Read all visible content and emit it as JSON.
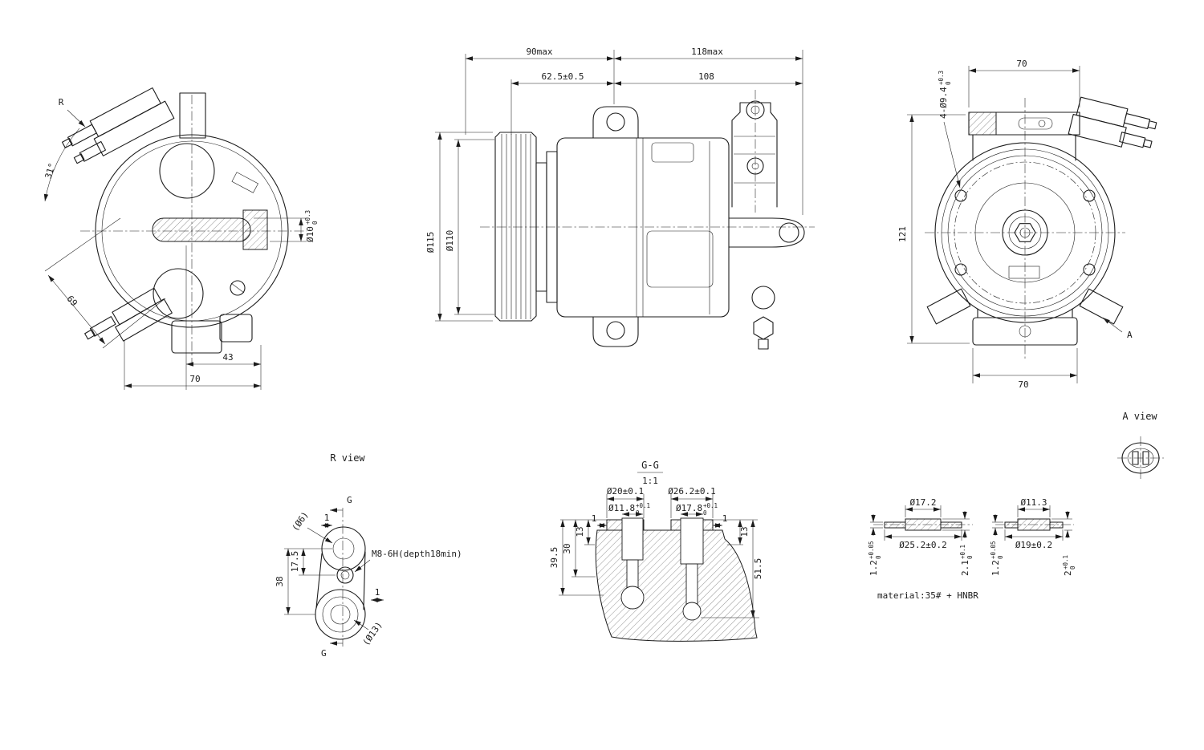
{
  "meta": {
    "background": "#ffffff",
    "ink": "#1c1c1c",
    "drawing_type": "compressor engineering drawing"
  },
  "side_view": {
    "view_label": "R",
    "angle": "31°",
    "dim_diagonal": "69",
    "dim_43": "43",
    "dim_70": "70",
    "shaft": {
      "base": "Ø10",
      "sup": "+0.3",
      "sub": "0"
    }
  },
  "front_view": {
    "dim_90": "90max",
    "dim_118": "118max",
    "dim_62": "62.5±0.5",
    "dim_108": "108",
    "dia_115": "Ø115",
    "dia_110": "Ø110"
  },
  "rear_view": {
    "dim_70_top": "70",
    "dim_121": "121",
    "dim_70_bottom": "70",
    "holes": {
      "base": "4-Ø9.4",
      "sup": "+0.3",
      "sub": "0"
    },
    "view_label": "A"
  },
  "a_view": {
    "title": "A view"
  },
  "r_view": {
    "title": "R view",
    "dia_6": "(Ø6)",
    "dim_1_top": "1",
    "thread_note": "M8-6H(depth18min)",
    "dim_17_5": "17.5",
    "dim_38": "38",
    "dim_1_bottom": "1",
    "dia_13": "(Ø13)",
    "section_g_top": "G",
    "section_g_bottom": "G"
  },
  "section_view": {
    "title": "G-G",
    "scale": "1:1",
    "dia_20": "Ø20±0.1",
    "dia_11_8": {
      "base": "Ø11.8",
      "sup": "+0.1",
      "sub": "0"
    },
    "dia_26_2": "Ø26.2±0.1",
    "dia_17_8": {
      "base": "Ø17.8",
      "sup": "+0.1",
      "sub": "0"
    },
    "dim_1_left": "1",
    "dim_1_right": "1",
    "dim_13_left": "13",
    "dim_13_right": "13",
    "dim_30": "30",
    "dim_39_5": "39.5",
    "dim_51_5": "51.5"
  },
  "seal_left": {
    "dia_top": "Ø17.2",
    "dia_bottom": "Ø25.2±0.2",
    "t_left": {
      "base": "1.2",
      "sup": "+0.05",
      "sub": "0"
    },
    "t_right": {
      "base": "2.1",
      "sup": "+0.1",
      "sub": "0"
    }
  },
  "seal_right": {
    "dia_top": "Ø11.3",
    "dia_bottom": "Ø19±0.2",
    "t_left": {
      "base": "1.2",
      "sup": "+0.05",
      "sub": "0"
    },
    "t_right": {
      "base": "2",
      "sup": "+0.1",
      "sub": "0"
    }
  },
  "material_note": "material:35# + HNBR"
}
